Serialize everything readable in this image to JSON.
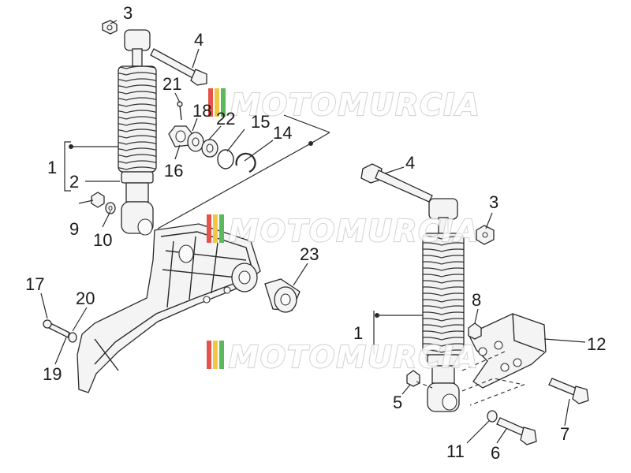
{
  "diagram": {
    "callouts": [
      {
        "id": "c3a",
        "text": "3"
      },
      {
        "id": "c4a",
        "text": "4"
      },
      {
        "id": "c21",
        "text": "21"
      },
      {
        "id": "c18",
        "text": "18"
      },
      {
        "id": "c22",
        "text": "22"
      },
      {
        "id": "c15",
        "text": "15"
      },
      {
        "id": "c14",
        "text": "14"
      },
      {
        "id": "c1a",
        "text": "1"
      },
      {
        "id": "c2",
        "text": "2"
      },
      {
        "id": "c16",
        "text": "16"
      },
      {
        "id": "c9",
        "text": "9"
      },
      {
        "id": "c10",
        "text": "10"
      },
      {
        "id": "c23",
        "text": "23"
      },
      {
        "id": "c17",
        "text": "17"
      },
      {
        "id": "c20",
        "text": "20"
      },
      {
        "id": "c19",
        "text": "19"
      },
      {
        "id": "c4b",
        "text": "4"
      },
      {
        "id": "c3b",
        "text": "3"
      },
      {
        "id": "c8",
        "text": "8"
      },
      {
        "id": "c1b",
        "text": "1"
      },
      {
        "id": "c12",
        "text": "12"
      },
      {
        "id": "c5",
        "text": "5"
      },
      {
        "id": "c7",
        "text": "7"
      },
      {
        "id": "c11",
        "text": "11"
      },
      {
        "id": "c6",
        "text": "6"
      }
    ],
    "watermark": {
      "text": "MOTOMURCIA",
      "colors": [
        "#e4544a",
        "#f2c744",
        "#5bb85d"
      ]
    }
  }
}
